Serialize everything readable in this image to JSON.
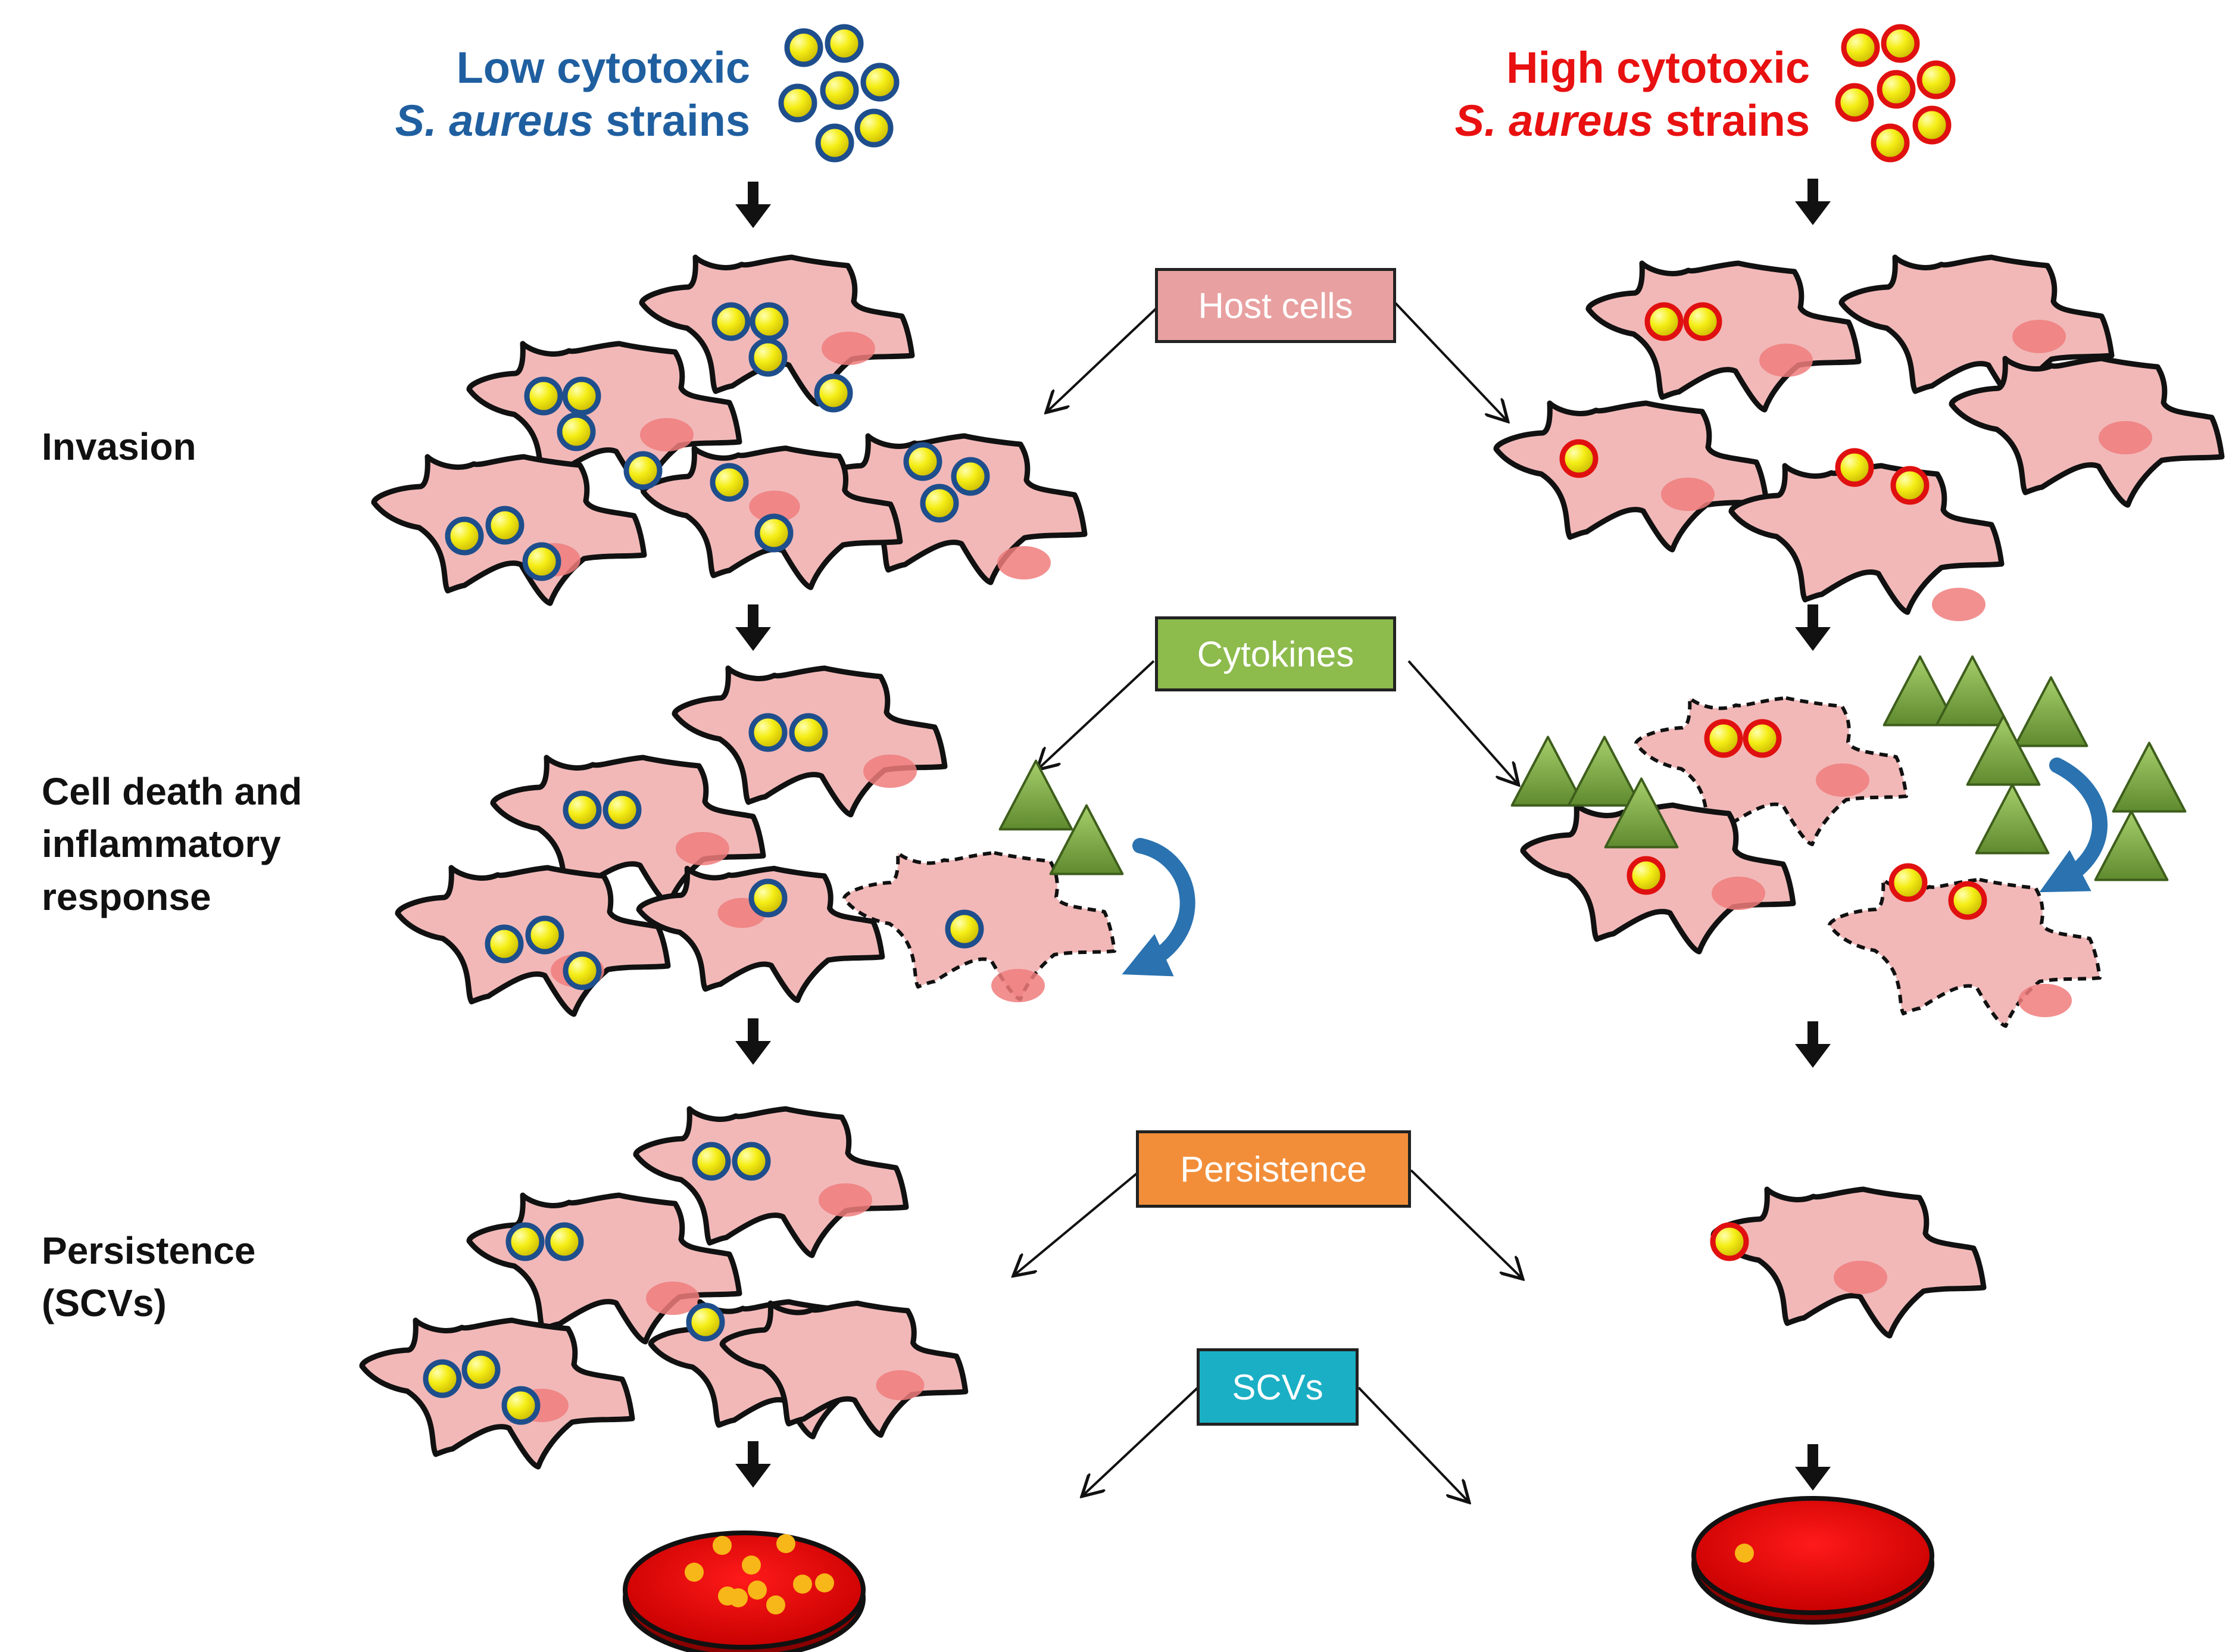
{
  "titles": {
    "low": {
      "line1": "Low cytotoxic",
      "species": "S. aureus",
      "line2_rest": " strains",
      "color": "#1F5FA0"
    },
    "high": {
      "line1": "High cytotoxic",
      "species": "S. aureus",
      "line2_rest": " strains",
      "color": "#E81010"
    }
  },
  "stages": [
    {
      "label": "Invasion"
    },
    {
      "label": "Cell death and\ninflammatory\nresponse"
    },
    {
      "label": "Persistence\n(SCVs)"
    }
  ],
  "center_boxes": [
    {
      "label": "Host cells",
      "fill": "#E8A0A0"
    },
    {
      "label": "Cytokines",
      "fill": "#8DBB4C"
    },
    {
      "label": "Persistence",
      "fill": "#F28E3A"
    },
    {
      "label": "SCVs",
      "fill": "#1AAFC5"
    }
  ],
  "colors": {
    "cell_fill": "#F2B8B8",
    "nucleus": "#F07C7C",
    "bacterium_low_ring": "#1F4E8C",
    "bacterium_high_ring": "#E01010",
    "bacterium_fill": "#F5EE16",
    "cytokine": "#7FAE45",
    "feedback_arrow": "#2A72B0",
    "plate_fill": "#E60000",
    "colony": "#F7B718"
  }
}
